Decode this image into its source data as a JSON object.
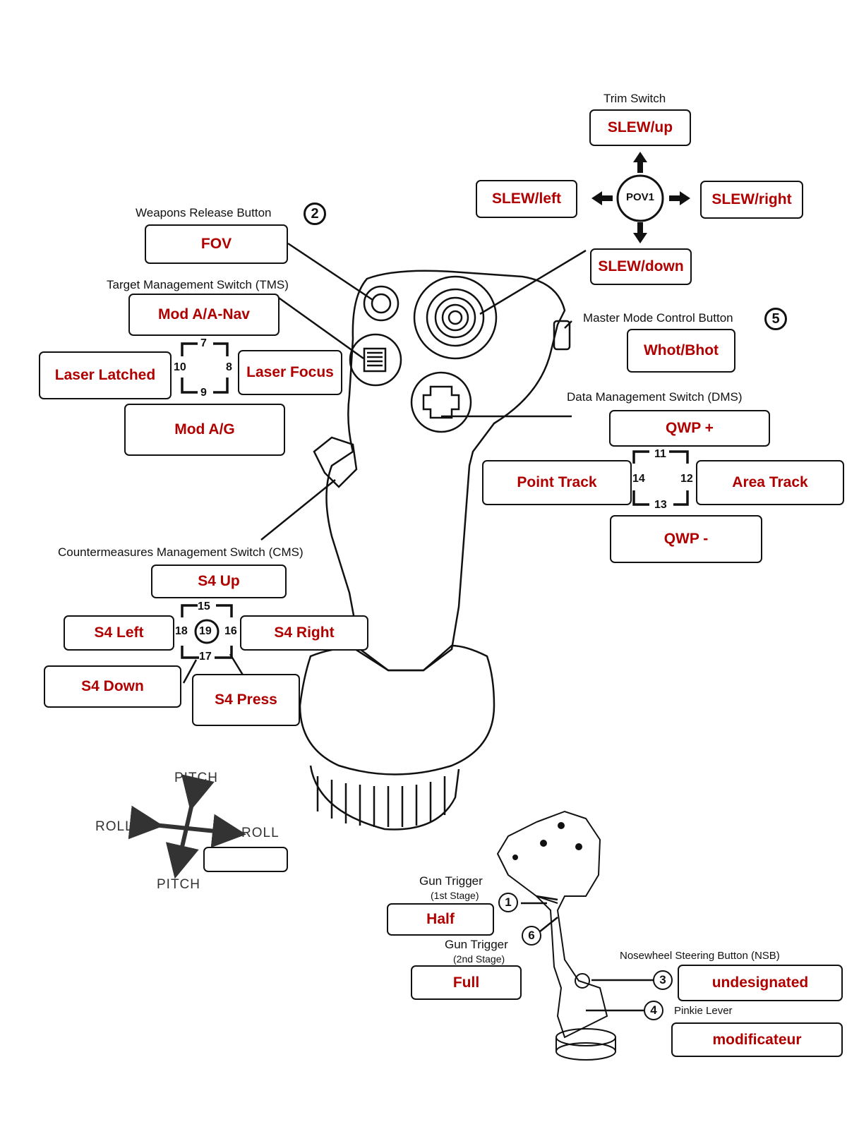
{
  "trim": {
    "title": "Trim Switch",
    "hub": "POV1",
    "up": "SLEW/up",
    "left": "SLEW/left",
    "right": "SLEW/right",
    "down": "SLEW/down"
  },
  "weapons": {
    "title": "Weapons Release Button",
    "badge": "2",
    "action": "FOV"
  },
  "tms": {
    "title": "Target Management Switch (TMS)",
    "up": "Mod A/A-Nav",
    "left": "Laser Latched",
    "right": "Laser Focus",
    "down": "Mod A/G",
    "n_up": "7",
    "n_right": "8",
    "n_down": "9",
    "n_left": "10"
  },
  "master": {
    "title": "Master Mode Control Button",
    "badge": "5",
    "action": "Whot/Bhot"
  },
  "dms": {
    "title": "Data Management Switch (DMS)",
    "up": "QWP +",
    "left": "Point Track",
    "right": "Area Track",
    "down": "QWP -",
    "n_up": "11",
    "n_right": "12",
    "n_down": "13",
    "n_left": "14"
  },
  "cms": {
    "title": "Countermeasures Management Switch (CMS)",
    "up": "S4 Up",
    "left": "S4 Left",
    "right": "S4 Right",
    "down": "S4 Down",
    "press": "S4 Press",
    "n_up": "15",
    "n_right": "16",
    "n_down": "17",
    "n_left": "18",
    "n_press": "19"
  },
  "axes": {
    "pitch_top": "PITCH",
    "pitch_bottom": "PITCH",
    "roll_left": "ROLL",
    "roll_right": "ROLL"
  },
  "gun1": {
    "title": "Gun Trigger",
    "stage": "(1st Stage)",
    "badge": "1",
    "action": "Half"
  },
  "gun2": {
    "title": "Gun Trigger",
    "stage": "(2nd Stage)",
    "badge": "6",
    "action": "Full"
  },
  "nsb": {
    "title": "Nosewheel Steering Button (NSB)",
    "badge": "3",
    "action": "undesignated"
  },
  "pinkie": {
    "title": "Pinkie Lever",
    "badge": "4",
    "action": "modificateur"
  }
}
